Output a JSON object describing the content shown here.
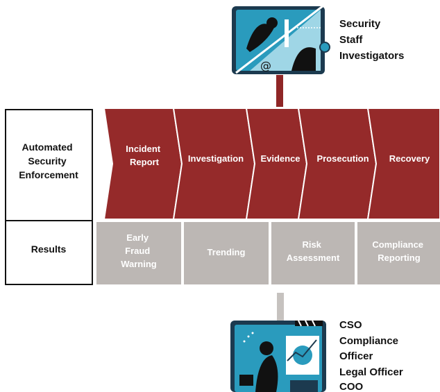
{
  "top_actor": {
    "lines": [
      "Security",
      "Staff",
      "Investigators"
    ],
    "icon": "security-staff-illustration-icon"
  },
  "process": {
    "row_label_lines": [
      "Automated",
      "Security",
      "Enforcement"
    ],
    "steps": [
      {
        "lines": [
          "Incident",
          "Report"
        ]
      },
      {
        "lines": [
          "Investigation"
        ]
      },
      {
        "lines": [
          "Evidence"
        ]
      },
      {
        "lines": [
          "Prosecution"
        ]
      },
      {
        "lines": [
          "Recovery"
        ]
      }
    ]
  },
  "results": {
    "row_label": "Results",
    "items": [
      {
        "lines": [
          "Early",
          "Fraud",
          "Warning"
        ]
      },
      {
        "lines": [
          "Trending"
        ]
      },
      {
        "lines": [
          "Risk",
          "Assessment"
        ]
      },
      {
        "lines": [
          "Compliance",
          "Reporting"
        ]
      }
    ]
  },
  "bottom_actor": {
    "lines": [
      "CSO",
      "Compliance",
      "Officer",
      "Legal Officer",
      "COO"
    ],
    "icon": "executive-illustration-icon"
  },
  "colors": {
    "chevron_red": "#952a2a",
    "results_gray": "#bcb7b4",
    "connector_red": "#8f2626",
    "connector_gray": "#c6c2bf",
    "illustration_teal": "#2a9bbd",
    "illustration_dark": "#1c3a4f"
  }
}
